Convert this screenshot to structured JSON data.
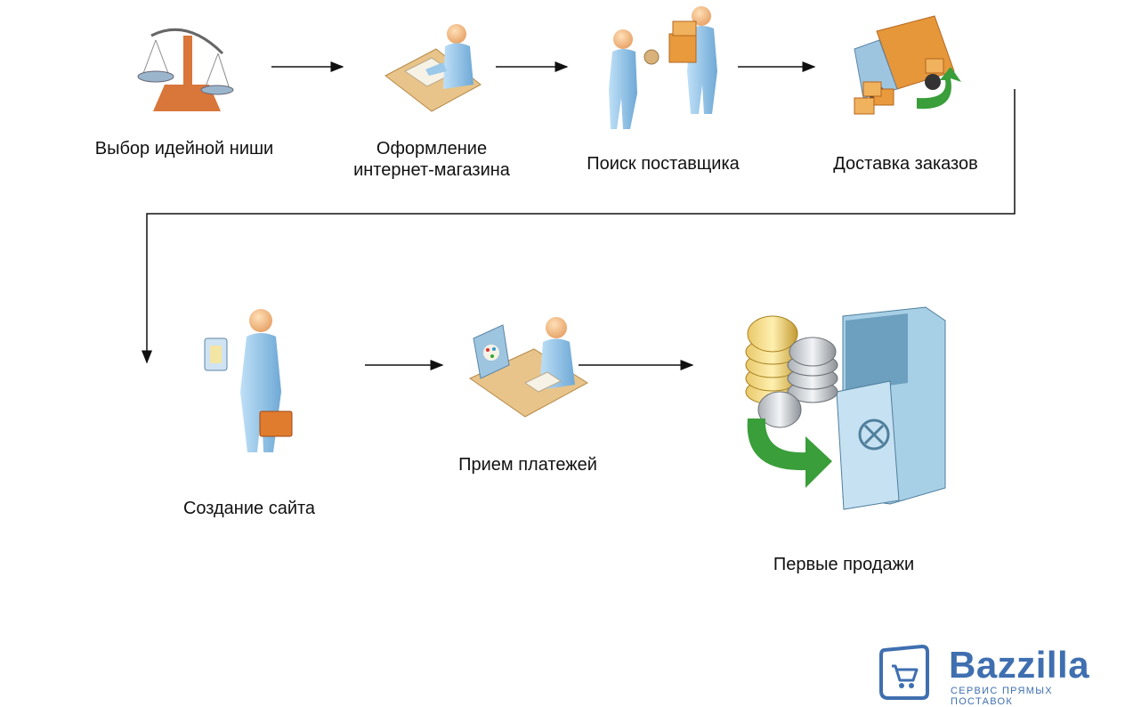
{
  "steps": [
    {
      "label": "Выбор идейной ниши",
      "icon": "scales-icon"
    },
    {
      "label": "Оформление\nинтернет-магазина",
      "icon": "person-at-desk-icon"
    },
    {
      "label": "Поиск поставщика",
      "icon": "people-exchange-icon"
    },
    {
      "label": "Доставка заказов",
      "icon": "delivery-truck-icon"
    },
    {
      "label": "Создание сайта",
      "icon": "person-with-tablet-icon"
    },
    {
      "label": "Прием платежей",
      "icon": "person-at-computer-icon"
    },
    {
      "label": "Первые продажи",
      "icon": "coins-safe-icon"
    }
  ],
  "logo": {
    "name": "Bazzilla",
    "tagline": "Сервис прямых поставок",
    "icon": "shopping-cart-icon",
    "color": "#3f6fb0"
  },
  "colors": {
    "figure": "#8dc3ea",
    "desk": "#e8c48a",
    "box": "#e89a3c",
    "arrow_green": "#3a9e3a",
    "connector": "#111111"
  }
}
